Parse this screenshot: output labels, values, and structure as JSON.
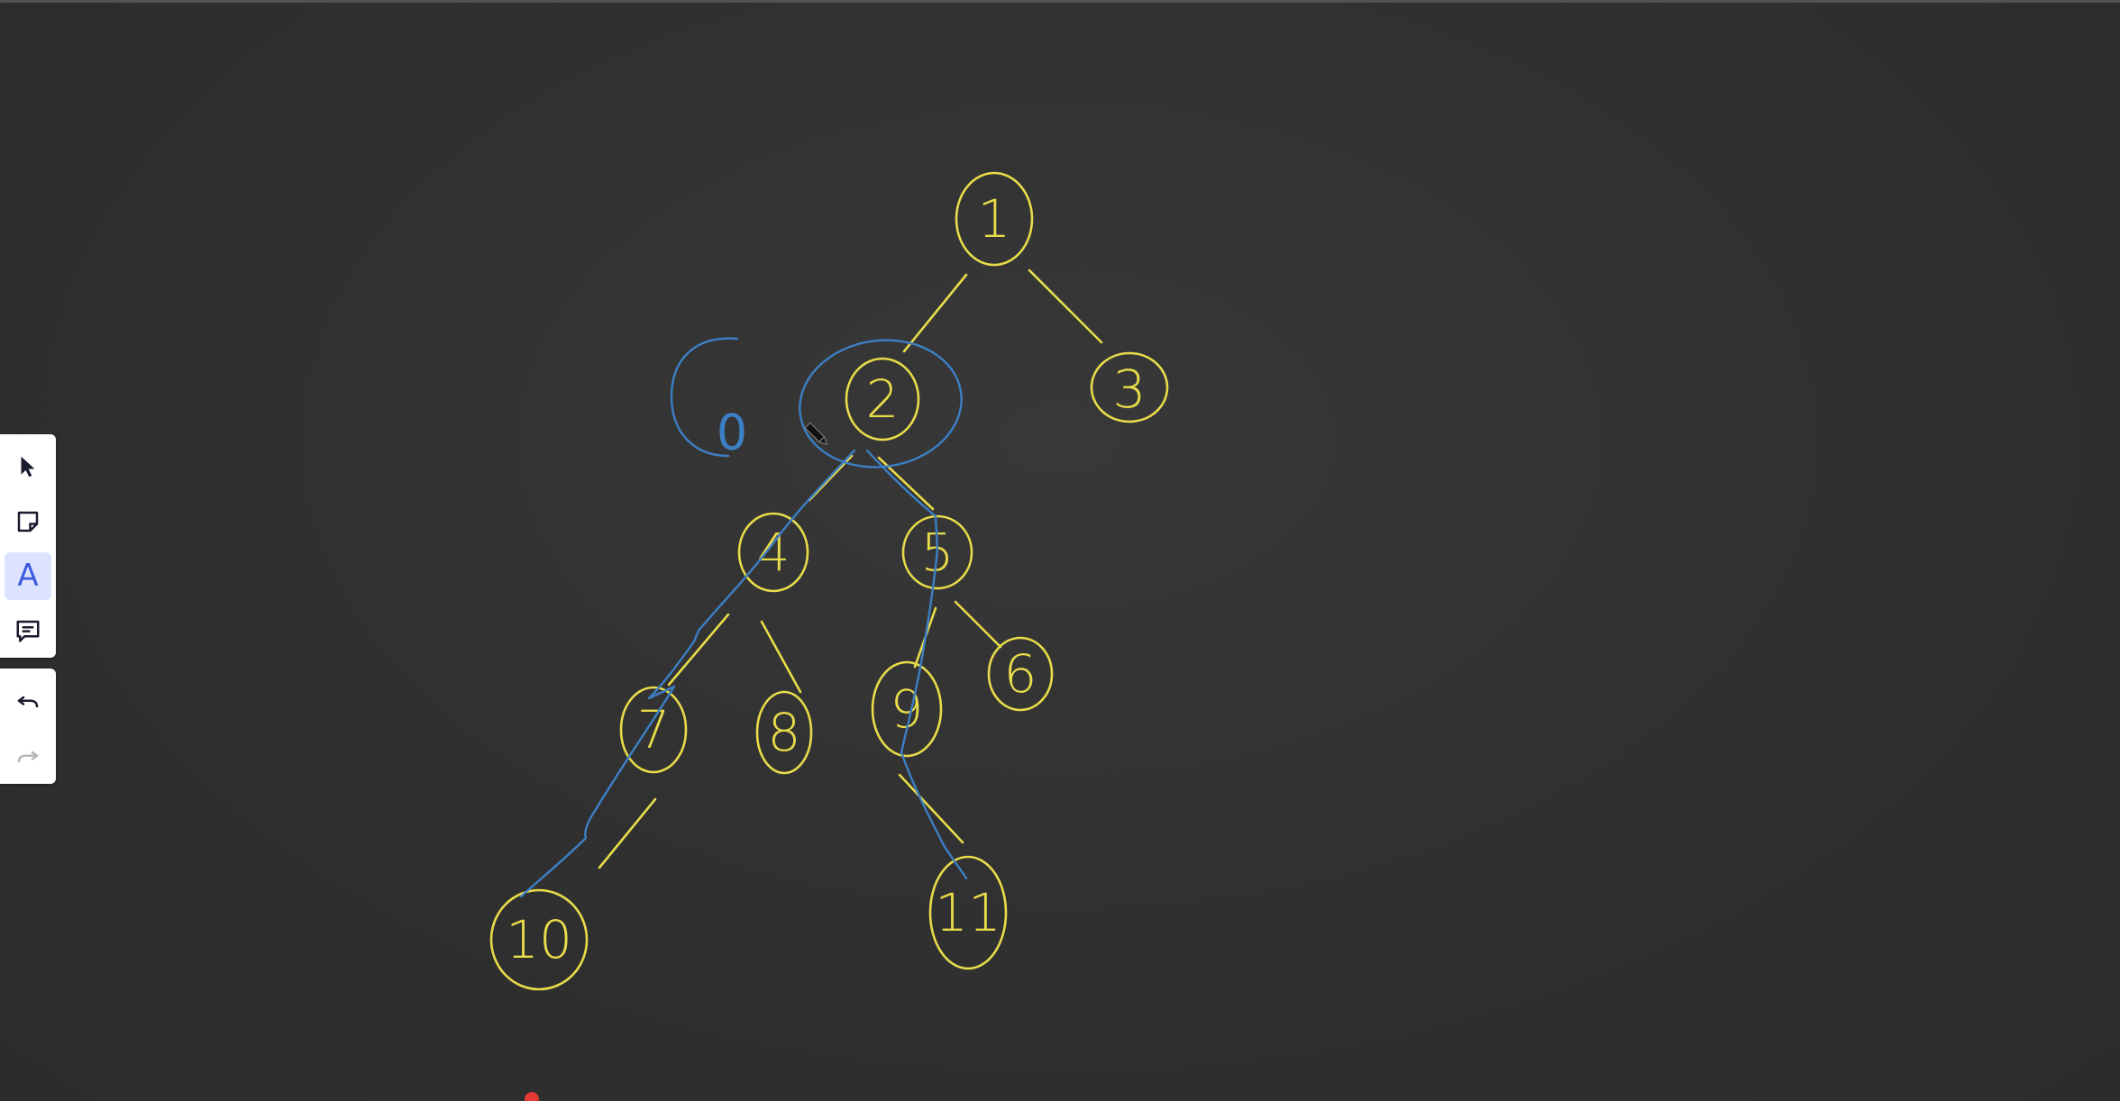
{
  "toolbar": {
    "tools": [
      {
        "name": "select",
        "icon": "cursor-arrow-icon",
        "active": false
      },
      {
        "name": "sticky-note",
        "icon": "sticky-note-icon",
        "active": false
      },
      {
        "name": "pen",
        "icon": "pen-letter-icon",
        "active": true,
        "glyph": "A"
      },
      {
        "name": "comment",
        "icon": "comment-icon",
        "active": false
      }
    ],
    "history": [
      {
        "name": "undo",
        "icon": "undo-icon",
        "enabled": true
      },
      {
        "name": "redo",
        "icon": "redo-icon",
        "enabled": false
      }
    ],
    "accent_color": "#3b5bdb"
  },
  "whiteboard": {
    "background_color": "#2f2f2f",
    "ink_colors": {
      "tree": "#e8dc4a",
      "annotation": "#3d7fc4"
    },
    "nodes": [
      {
        "id": "n1",
        "label": "1"
      },
      {
        "id": "n2",
        "label": "2"
      },
      {
        "id": "n3",
        "label": "3"
      },
      {
        "id": "n4",
        "label": "4"
      },
      {
        "id": "n5",
        "label": "5"
      },
      {
        "id": "n6",
        "label": "6"
      },
      {
        "id": "n7",
        "label": "7"
      },
      {
        "id": "n8",
        "label": "8"
      },
      {
        "id": "n9",
        "label": "9"
      },
      {
        "id": "n10",
        "label": "10"
      },
      {
        "id": "n11",
        "label": "11"
      }
    ],
    "edges": [
      [
        "1",
        "2"
      ],
      [
        "1",
        "3"
      ],
      [
        "2",
        "4"
      ],
      [
        "2",
        "5"
      ],
      [
        "4",
        "7"
      ],
      [
        "4",
        "8"
      ],
      [
        "5",
        "9"
      ],
      [
        "5",
        "6"
      ],
      [
        "7",
        "10"
      ],
      [
        "9",
        "11"
      ]
    ],
    "annotation_label": "0"
  }
}
